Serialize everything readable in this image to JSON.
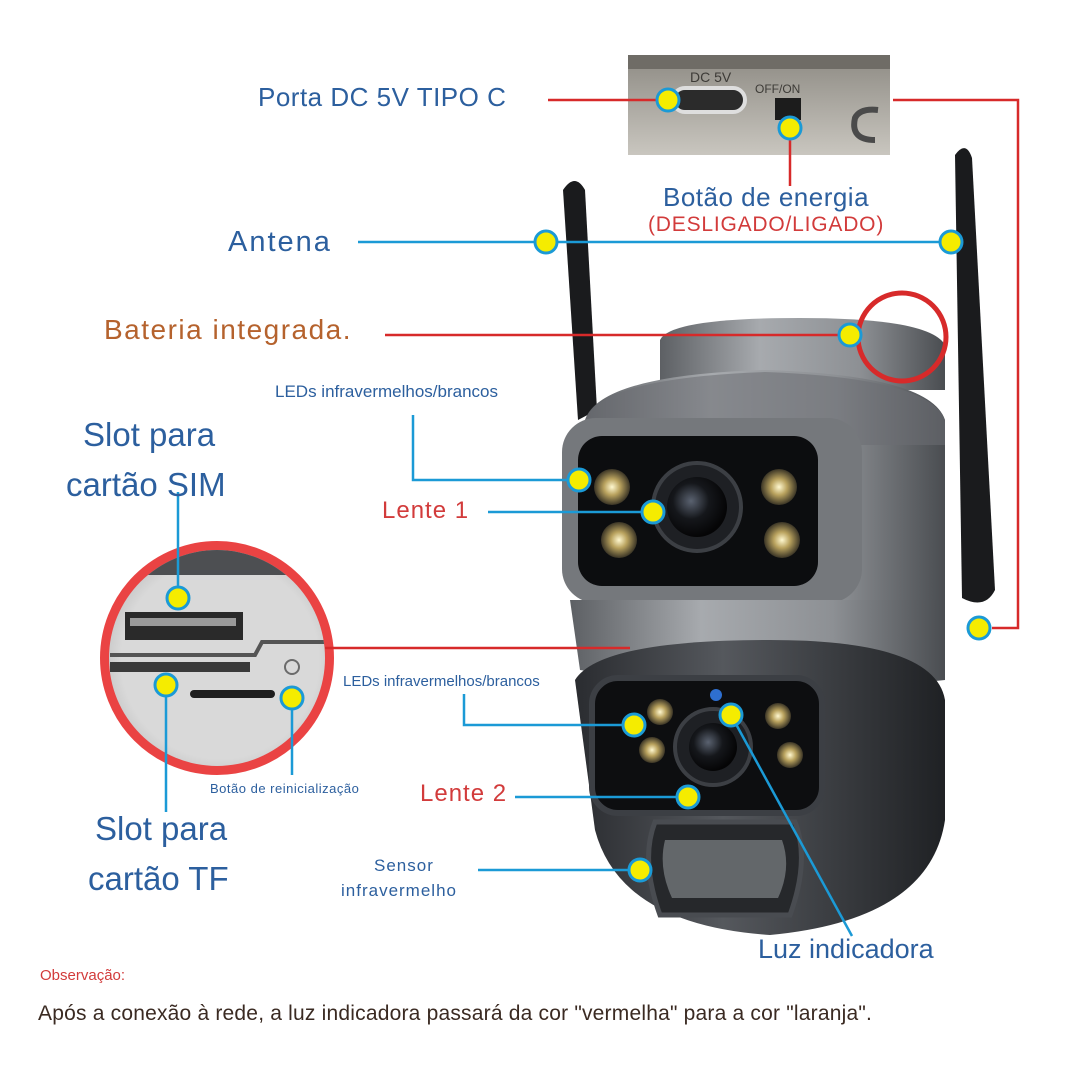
{
  "labels": {
    "dc_port": "Porta DC 5V TIPO C",
    "power_button": "Botão de energia",
    "power_button_sub": "(DESLIGADO/LIGADO)",
    "antenna": "Antena",
    "battery": "Bateria integrada.",
    "leds_top": "LEDs infravermelhos/brancos",
    "sim_slot_line1": "Slot para",
    "sim_slot_line2": "cartão SIM",
    "lens_1": "Lente 1",
    "leds_bottom": "LEDs infravermelhos/brancos",
    "reset_button": "Botão de reinicialização",
    "lens_2": "Lente 2",
    "tf_slot_line1": "Slot para",
    "tf_slot_line2": "cartão TF",
    "sensor_line1": "Sensor",
    "sensor_line2": "infravermelho",
    "indicator": "Luz indicadora"
  },
  "device_marks": {
    "port_panel_top": "DC 5V",
    "port_panel_switch": "OFF/ON"
  },
  "note": {
    "title": "Observação:",
    "text": "Após a conexão à rede, a luz indicadora passará da cor \"vermelha\" para a cor \"laranja\"."
  },
  "colors": {
    "label_blue": "#2c5f9e",
    "label_red": "#d23b3b",
    "label_brown": "#b5622d",
    "leader_blue": "#1b9ad6",
    "leader_red": "#d72a2a",
    "marker_fill": "#f5ec00",
    "marker_stroke": "#1b9ad6"
  }
}
